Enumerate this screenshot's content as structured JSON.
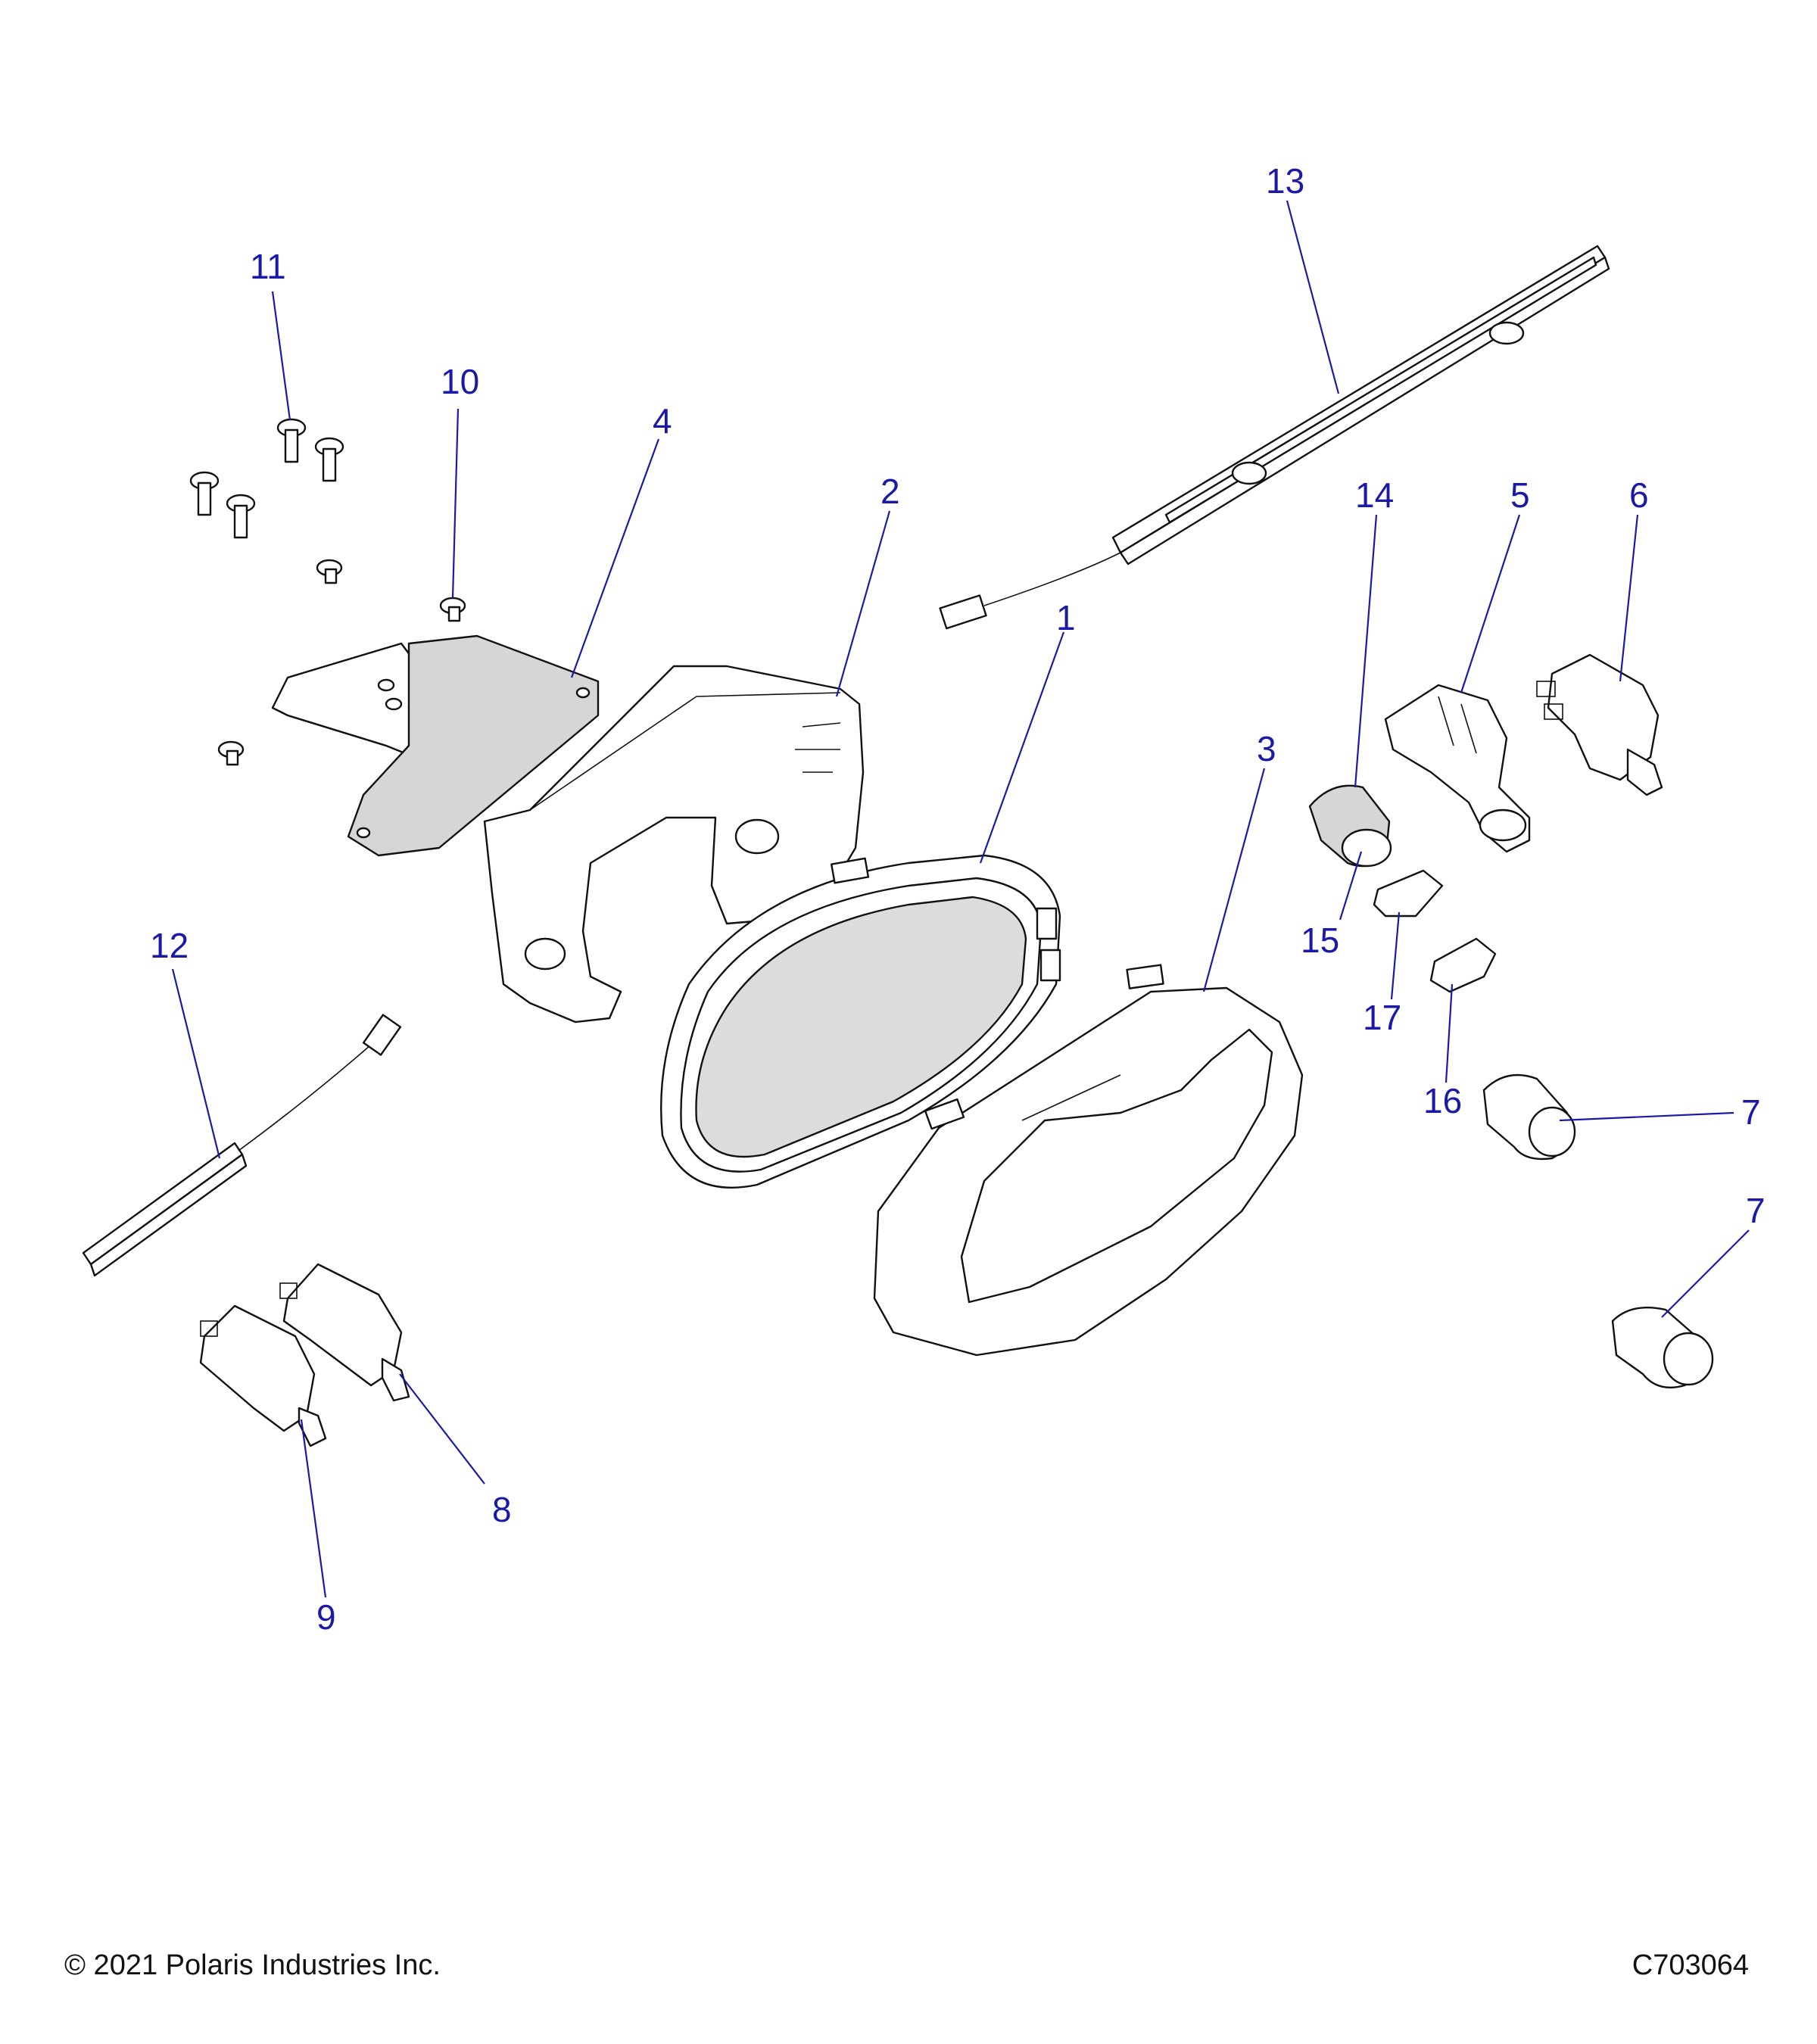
{
  "callouts": [
    {
      "id": "c1",
      "label": "1"
    },
    {
      "id": "c2",
      "label": "2"
    },
    {
      "id": "c3",
      "label": "3"
    },
    {
      "id": "c4",
      "label": "4"
    },
    {
      "id": "c5",
      "label": "5"
    },
    {
      "id": "c6",
      "label": "6"
    },
    {
      "id": "c7a",
      "label": "7"
    },
    {
      "id": "c7b",
      "label": "7"
    },
    {
      "id": "c8",
      "label": "8"
    },
    {
      "id": "c9",
      "label": "9"
    },
    {
      "id": "c10",
      "label": "10"
    },
    {
      "id": "c11",
      "label": "11"
    },
    {
      "id": "c12",
      "label": "12"
    },
    {
      "id": "c13",
      "label": "13"
    },
    {
      "id": "c14",
      "label": "14"
    },
    {
      "id": "c15",
      "label": "15"
    },
    {
      "id": "c16",
      "label": "16"
    },
    {
      "id": "c17",
      "label": "17"
    }
  ],
  "footer": {
    "copyright": "© 2021 Polaris Industries Inc.",
    "drawing_id": "C703064"
  },
  "colors": {
    "callout": "#1a1aa6",
    "line_art": "#111111"
  }
}
